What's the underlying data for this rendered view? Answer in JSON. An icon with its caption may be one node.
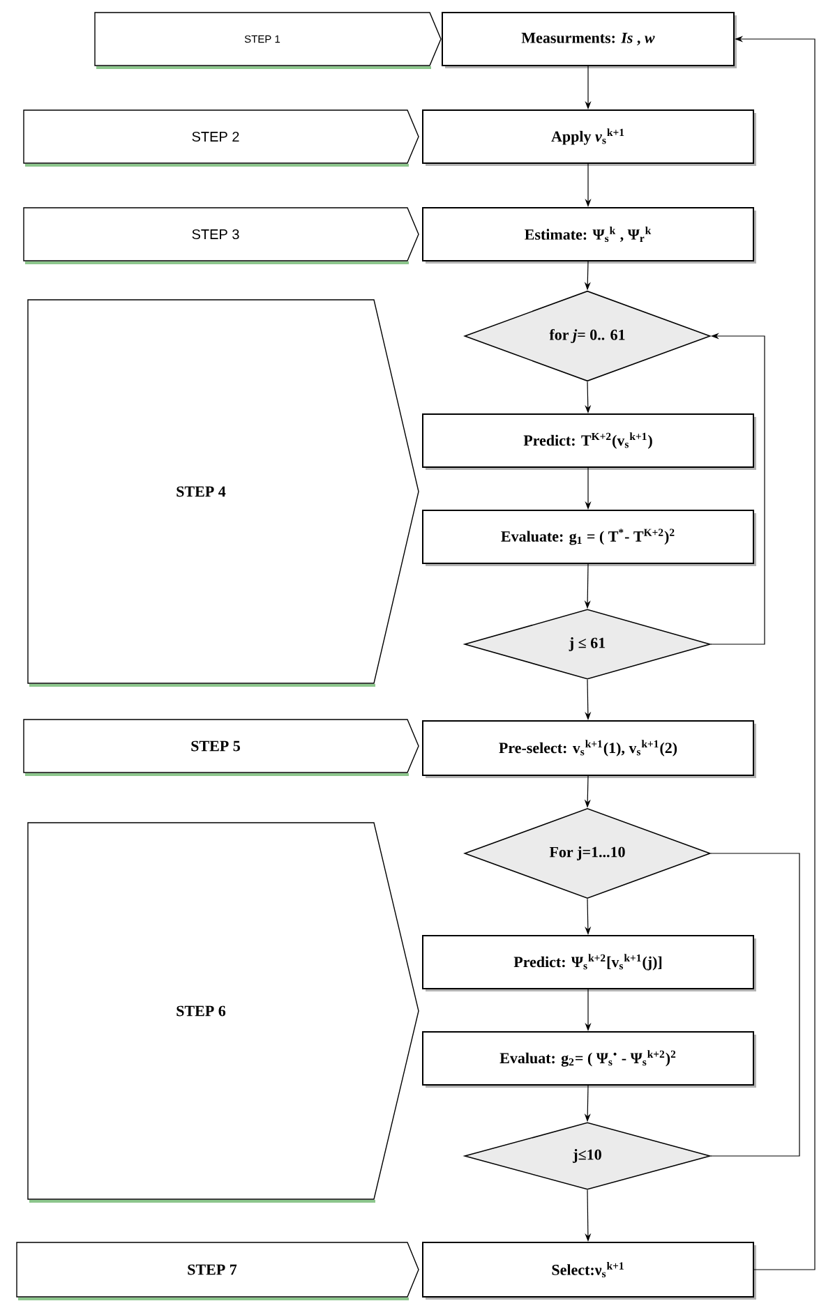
{
  "diagram": {
    "nodes": [
      {
        "text": [
          "STEP 1"
        ]
      },
      {
        "text": [
          "Measurments: *Is* , *w*"
        ]
      },
      {
        "text": [
          "STEP 2"
        ]
      },
      {
        "text": [
          "Apply *ν*$_{s}$$^{k+1}$"
        ]
      },
      {
        "text": [
          "STEP 3"
        ]
      },
      {
        "text": [
          "Estimate: Ψ$_{s}$$^{k}$ , Ψ$_{r}$$^{k}$"
        ]
      },
      {
        "text": [
          "STEP 4"
        ]
      },
      {
        "text": [
          "for *j*= 0.. 61"
        ]
      },
      {
        "text": [
          "Predict: T$^{K+2}$(v$_{s}$$^{k+1}$)"
        ]
      },
      {
        "text": [
          "Evaluate: g$_{1}$ = ( T$^{*}$- T$^{K+2}$)$^{2}$"
        ]
      },
      {
        "text": [
          "j ≤ 61"
        ]
      },
      {
        "text": [
          "STEP 5"
        ]
      },
      {
        "text": [
          "Pre-select: v$_{s}$$^{k+1}$(1), v$_{s}$$^{k+1}$(2)"
        ]
      },
      {
        "text": [
          "STEP 6"
        ]
      },
      {
        "text": [
          "For j=1...10"
        ]
      },
      {
        "text": [
          "Predict: Ψ$_{s}$$^{k+2}$[v$_{s}$$^{k+1}$(j)]"
        ]
      },
      {
        "text": [
          "Evaluat: g$_{2}$= ( Ψ$_{s}$$^{•}$ - Ψ$_{s}$$^{k+2}$)$^{2}$"
        ]
      },
      {
        "text": [
          "j≤10"
        ]
      },
      {
        "text": [
          "STEP 7"
        ]
      },
      {
        "text": [
          "Select:ν$_{s}$$^{k+1}$"
        ]
      }
    ],
    "edges": [
      {
        "from": 1,
        "to": 3,
        "arrow": "to"
      },
      {
        "from": 3,
        "to": 5,
        "arrow": "to"
      },
      {
        "from": 5,
        "to": 7,
        "arrow": "to"
      },
      {
        "from": 7,
        "to": 8,
        "arrow": "to"
      },
      {
        "from": 8,
        "to": 9,
        "arrow": "to"
      },
      {
        "from": 9,
        "to": 10,
        "arrow": "to"
      },
      {
        "from": 10,
        "to": 7,
        "arrow": "to"
      },
      {
        "from": 10,
        "to": 12,
        "arrow": "to"
      },
      {
        "from": 12,
        "to": 14,
        "arrow": "to"
      },
      {
        "from": 14,
        "to": 17,
        "arrow": "none"
      },
      {
        "from": 14,
        "to": 15,
        "arrow": "to"
      },
      {
        "from": 15,
        "to": 16,
        "arrow": "to"
      },
      {
        "from": 16,
        "to": 17,
        "arrow": "to"
      },
      {
        "from": 17,
        "to": 19,
        "arrow": "to"
      },
      {
        "from": 19,
        "to": 1,
        "arrow": "to"
      }
    ]
  }
}
